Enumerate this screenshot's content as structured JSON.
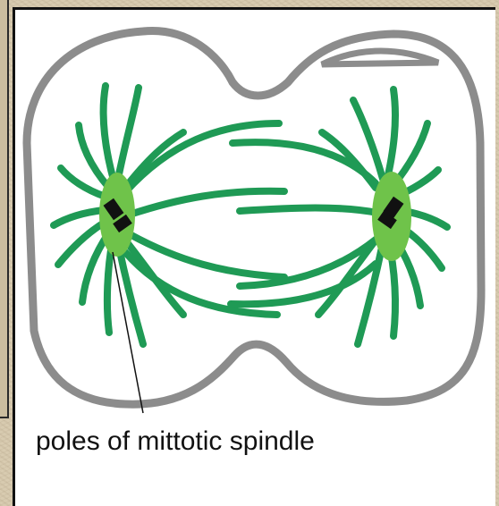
{
  "caption": {
    "text": "poles of mittotic spindle"
  },
  "colors": {
    "cell_outline": "#8c8c8c",
    "spindle_fiber": "#1f9a55",
    "centrosome": "#6fc34a",
    "centriole": "#111111",
    "pointer_line": "#111111",
    "background": "#d8cbb0"
  },
  "icons": {
    "centrosome": "green-oval",
    "centriole": "black-diamond"
  }
}
